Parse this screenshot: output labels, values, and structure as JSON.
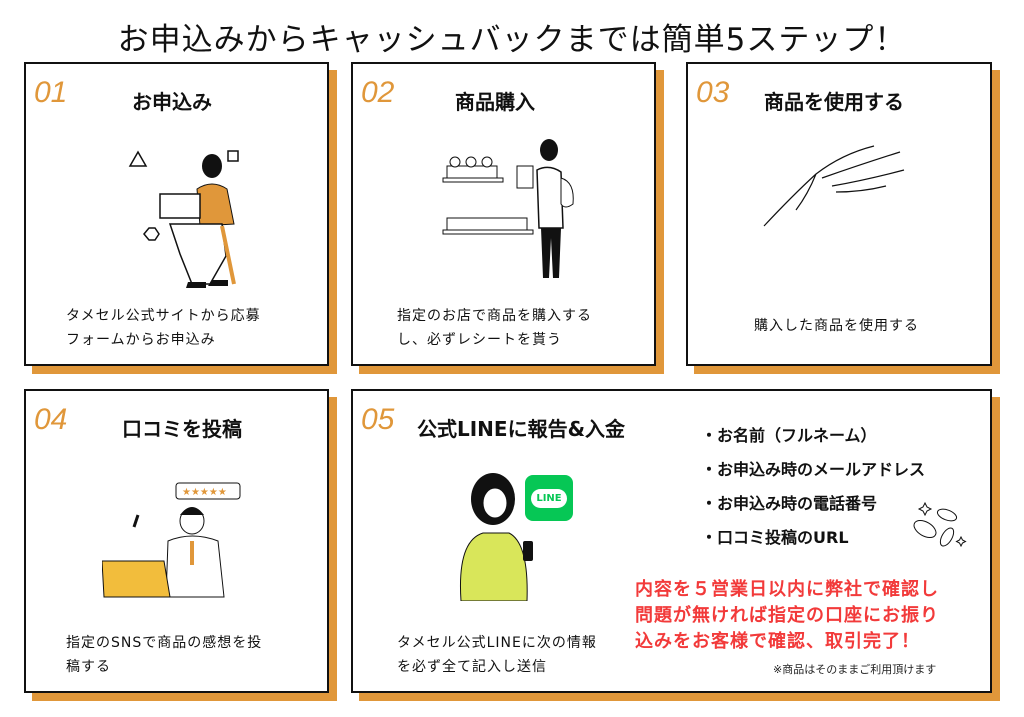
{
  "title": "お申込みからキャッシュバックまでは簡単5ステップ！",
  "accent": "#e0973a",
  "steps": [
    {
      "num": "01",
      "title": "お申込み",
      "desc": [
        "タメセル公式サイトから応募",
        "フォームからお申込み"
      ]
    },
    {
      "num": "02",
      "title": "商品購入",
      "desc": [
        "指定のお店で商品を購入する",
        "し、必ずレシートを貰う"
      ]
    },
    {
      "num": "03",
      "title": "商品を使用する",
      "desc": [
        "購入した商品を使用する"
      ]
    },
    {
      "num": "04",
      "title": "口コミを投稿",
      "desc": [
        "指定のSNSで商品の感想を投",
        "稿する"
      ]
    },
    {
      "num": "05",
      "title": "公式LINEに報告&入金",
      "desc": [
        "タメセル公式LINEに次の情報",
        "を必ず全て記入し送信"
      ],
      "bullets": [
        "・お名前（フルネーム）",
        "・お申込み時のメールアドレス",
        "・お申込み時の電話番号",
        "・口コミ投稿のURL"
      ],
      "notice": [
        "内容を５営業日以内に弊社で確認し",
        "問題が無ければ指定の口座にお振り",
        "込みをお客様で確認、取引完了！"
      ],
      "note": "※商品はそのままご利用頂けます",
      "line_logo": "LINE"
    }
  ]
}
